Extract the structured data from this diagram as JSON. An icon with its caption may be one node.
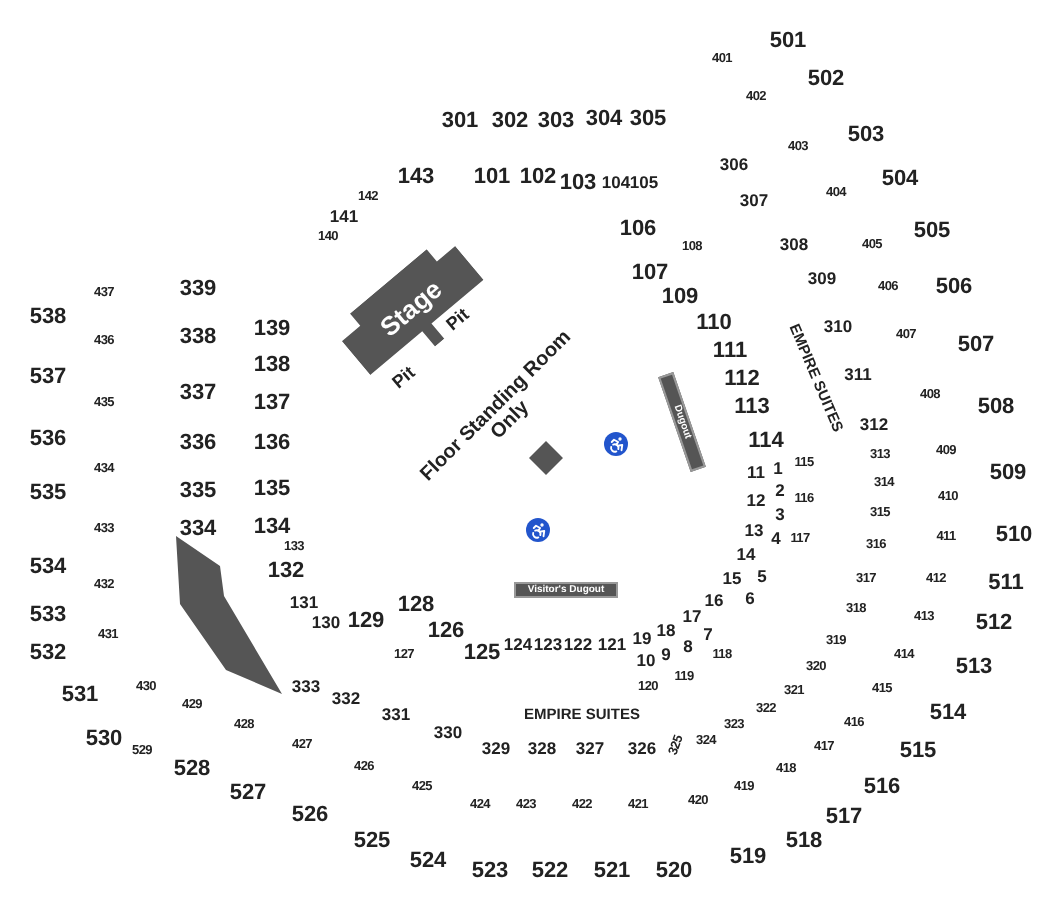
{
  "diagram": {
    "nodes": [
      {
        "text": [
          "Stage"
        ]
      },
      {
        "text": [
          "Visitor's Dugout"
        ]
      },
      {
        "text": [
          "Dugout"
        ]
      },
      {
        "text": [],
        "shape": "polygon"
      }
    ],
    "labels": [
      "501",
      "401",
      "502",
      "402",
      "301",
      "302",
      "303",
      "304",
      "305",
      "503",
      "403",
      "306",
      "143",
      "101",
      "102",
      "103",
      "104",
      "105",
      "504",
      "142",
      "307",
      "404",
      "141",
      "140",
      "106",
      "108",
      "308",
      "405",
      "505",
      "107",
      "309",
      "406",
      "506",
      "437",
      "339",
      "109",
      "538",
      "436",
      "338",
      "139",
      "110",
      "111",
      "310",
      "407",
      "507",
      "138",
      "311",
      "537",
      "112",
      "337",
      "408",
      "435",
      "137",
      "113",
      "508",
      "312",
      "536",
      "336",
      "136",
      "114",
      "409",
      "313",
      "434",
      "11",
      "1",
      "115",
      "509",
      "535",
      "335",
      "135",
      "12",
      "2",
      "116",
      "314",
      "410",
      "3",
      "433",
      "334",
      "134",
      "133",
      "14",
      "13",
      "4",
      "117",
      "316",
      "315",
      "411",
      "510",
      "534",
      "432",
      "132",
      "15",
      "5",
      "317",
      "412",
      "511",
      "533",
      "131",
      "130",
      "129",
      "128",
      "17",
      "16",
      "6",
      "318",
      "413",
      "431",
      "126",
      "124",
      "123",
      "122",
      "121",
      "19",
      "18",
      "8",
      "7",
      "319",
      "512",
      "532",
      "127",
      "125",
      "10",
      "9",
      "118",
      "320",
      "414",
      "513",
      "531",
      "430",
      "333",
      "332",
      "120",
      "119",
      "321",
      "415",
      "429",
      "428",
      "331",
      "330",
      "EMPIRE SUITES",
      "323",
      "322",
      "416",
      "514",
      "530",
      "529",
      "528",
      "527",
      "427",
      "426",
      "425",
      "329",
      "328",
      "327",
      "326",
      "325",
      "324",
      "419",
      "418",
      "417",
      "516",
      "515",
      "526",
      "525",
      "524",
      "424",
      "523",
      "423",
      "522",
      "422",
      "521",
      "421",
      "520",
      "420",
      "519",
      "518",
      "517",
      "Pit",
      "Pit",
      "Floor Standing Room Only",
      "EMPIRE SUITES"
    ]
  }
}
